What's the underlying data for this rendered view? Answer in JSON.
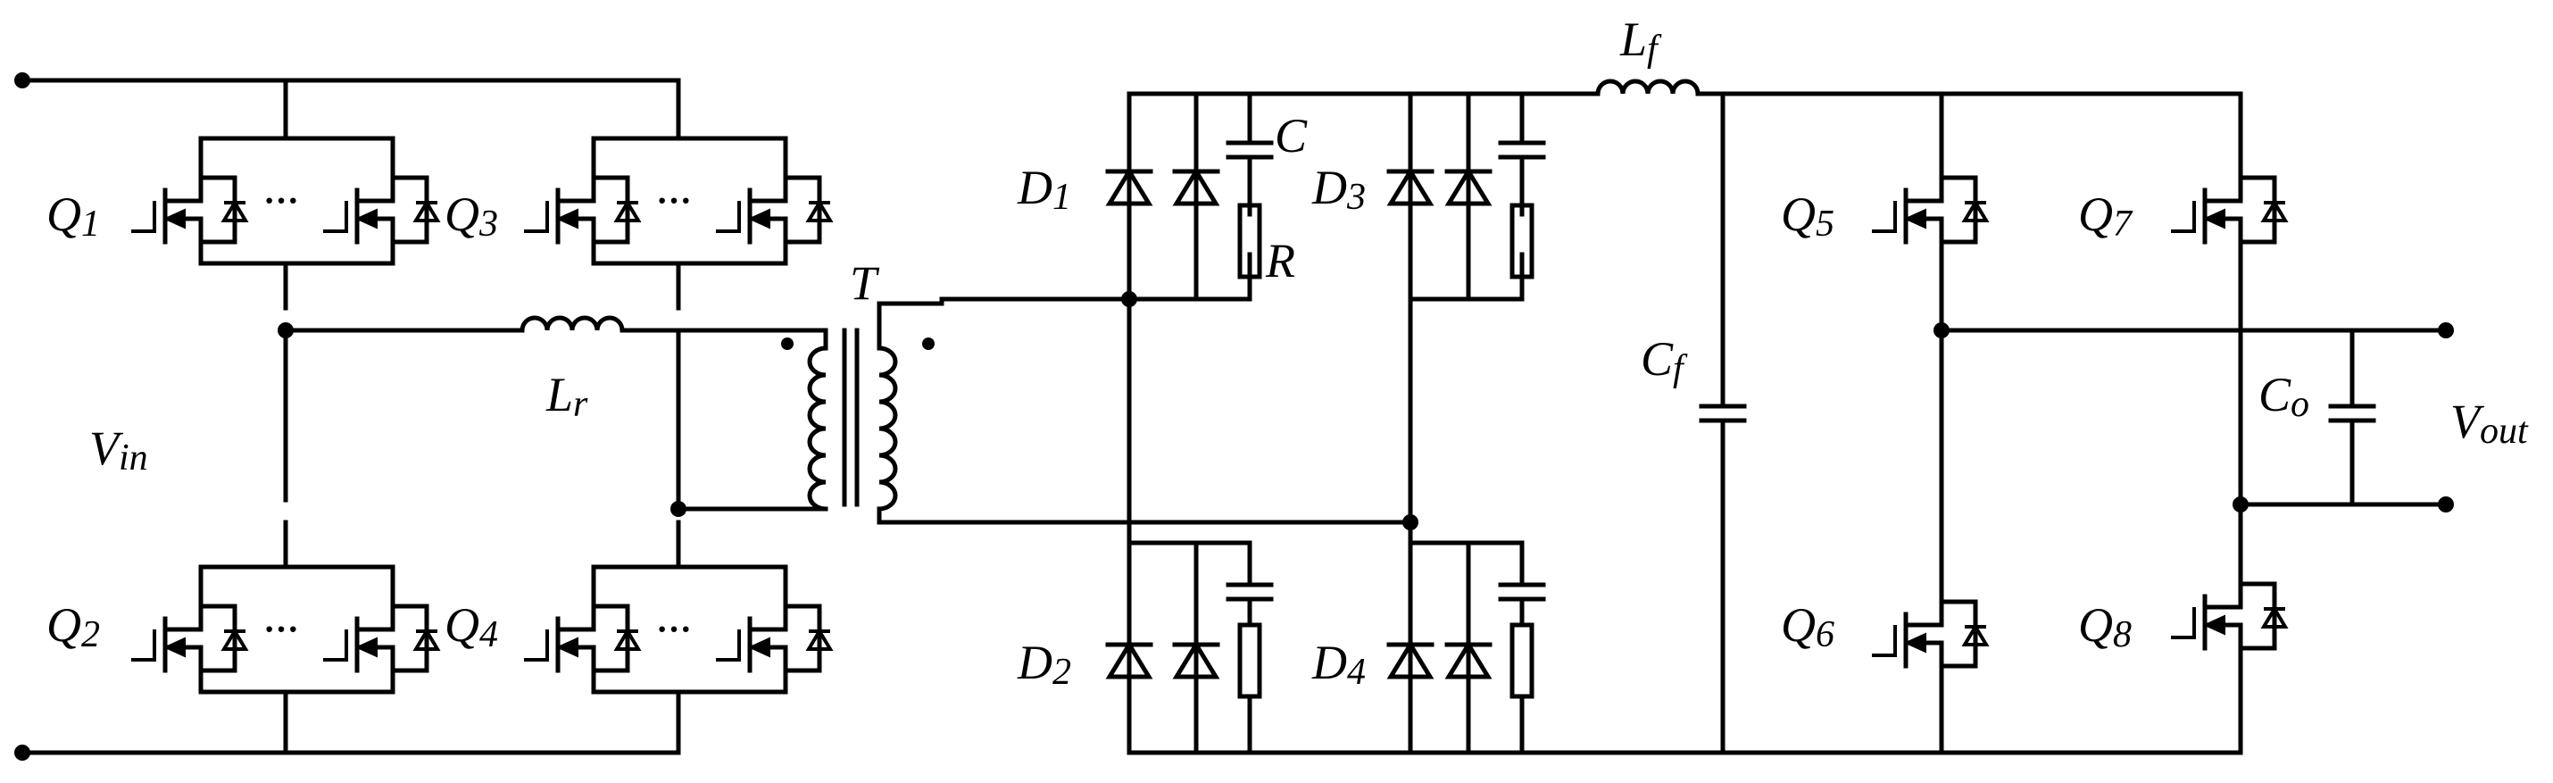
{
  "labels": {
    "Q1": {
      "main": "Q",
      "sub": "1"
    },
    "Q2": {
      "main": "Q",
      "sub": "2"
    },
    "Q3": {
      "main": "Q",
      "sub": "3"
    },
    "Q4": {
      "main": "Q",
      "sub": "4"
    },
    "Q5": {
      "main": "Q",
      "sub": "5"
    },
    "Q6": {
      "main": "Q",
      "sub": "6"
    },
    "Q7": {
      "main": "Q",
      "sub": "7"
    },
    "Q8": {
      "main": "Q",
      "sub": "8"
    },
    "D1": {
      "main": "D",
      "sub": "1"
    },
    "D2": {
      "main": "D",
      "sub": "2"
    },
    "D3": {
      "main": "D",
      "sub": "3"
    },
    "D4": {
      "main": "D",
      "sub": "4"
    },
    "Vin": {
      "main": "V",
      "sub": "in"
    },
    "Vout": {
      "main": "V",
      "sub": "out"
    },
    "Lr": {
      "main": "L",
      "sub": "r"
    },
    "Lf": {
      "main": "L",
      "sub": "f"
    },
    "Cf": {
      "main": "C",
      "sub": "f"
    },
    "Co": {
      "main": "C",
      "sub": "o"
    },
    "T": "T",
    "C": "C",
    "R": "R",
    "ellipsis": "···"
  }
}
